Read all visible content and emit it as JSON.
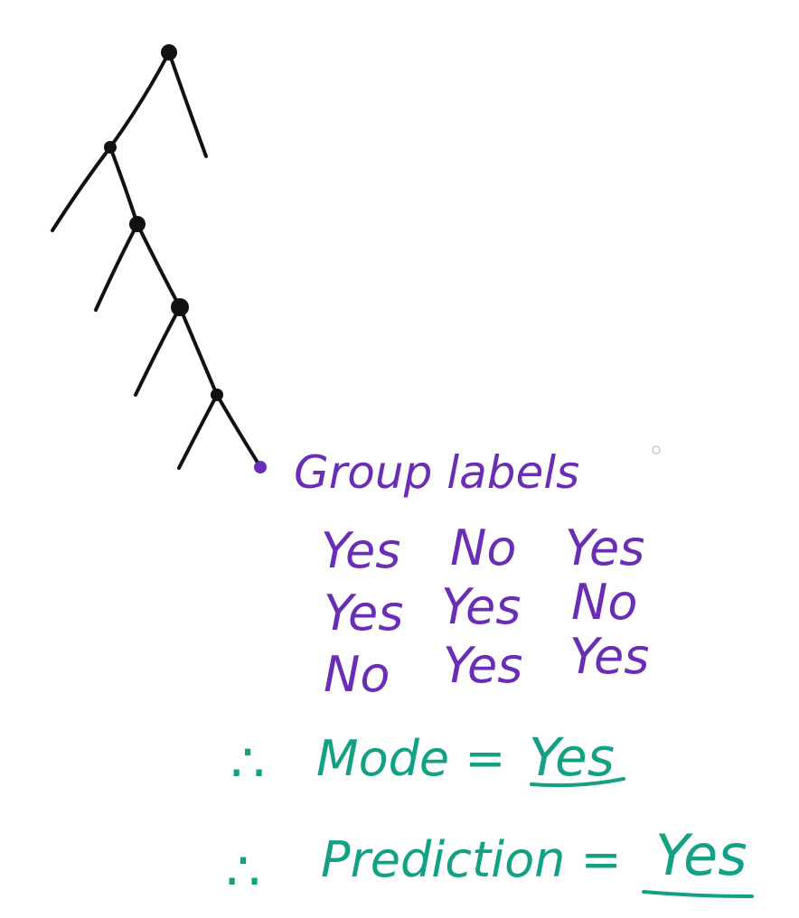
{
  "colors": {
    "tree": "#111111",
    "labels": "#6a2db6",
    "conclusion": "#13a085",
    "dot": "#cccccc"
  },
  "group_heading": "Group labels",
  "group_labels": [
    [
      "Yes",
      "No",
      "Yes"
    ],
    [
      "Yes",
      "Yes",
      "No"
    ],
    [
      "No",
      "Yes",
      "Yes"
    ]
  ],
  "conclusions": {
    "therefore_symbol": "∴",
    "mode_label": "Mode =",
    "mode_value": "Yes",
    "prediction_label": "Prediction =",
    "prediction_value": "Yes"
  }
}
